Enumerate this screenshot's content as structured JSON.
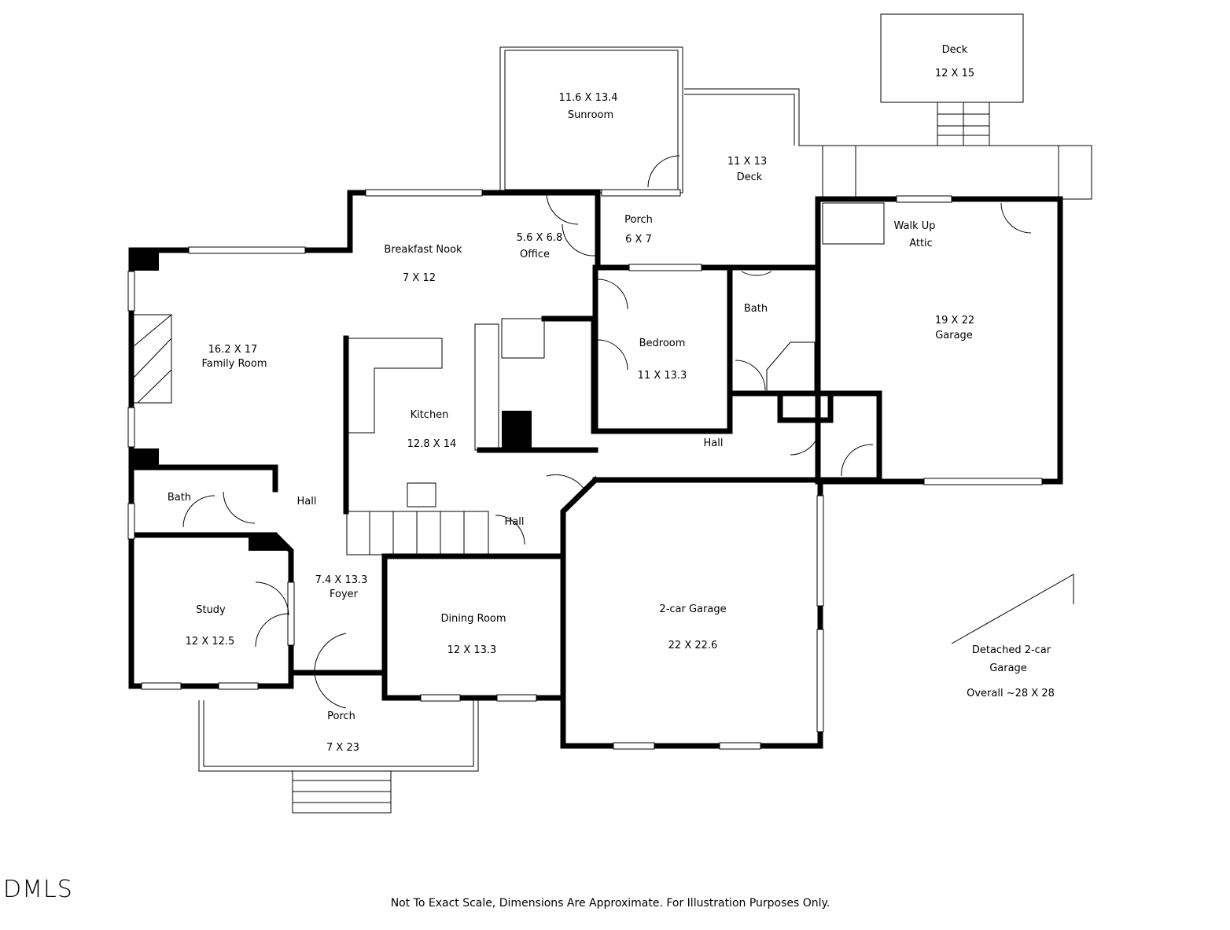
{
  "logo": "DMLS",
  "disclaimer": "Not To Exact Scale, Dimensions Are Approximate. For Illustration Purposes Only.",
  "rooms": {
    "deck_top": {
      "name": "Deck",
      "size": "12 X 15"
    },
    "sunroom": {
      "name": "Sunroom",
      "size": "11.6 X 13.4"
    },
    "deck": {
      "name": "Deck",
      "size": "11 X 13"
    },
    "porch_back": {
      "name": "Porch",
      "size": "6 X 7"
    },
    "office": {
      "name": "Office",
      "size": "5.6 X 6.8"
    },
    "breakfast": {
      "name": "Breakfast Nook",
      "size": "7 X 12"
    },
    "family": {
      "name": "Family Room",
      "size": "16.2 X 17"
    },
    "kitchen": {
      "name": "Kitchen",
      "size": "12.8 X 14"
    },
    "bedroom": {
      "name": "Bedroom",
      "size": "11 X 13.3"
    },
    "bath_right": {
      "name": "Bath"
    },
    "attic": {
      "name": "Walk Up",
      "name2": "Attic"
    },
    "garage": {
      "name": "Garage",
      "size": "19 X 22"
    },
    "hall_right": {
      "name": "Hall"
    },
    "bath_left": {
      "name": "Bath"
    },
    "hall_left": {
      "name": "Hall"
    },
    "hall_mid": {
      "name": "Hall"
    },
    "foyer": {
      "name": "Foyer",
      "size": "7.4 X 13.3"
    },
    "study": {
      "name": "Study",
      "size": "12 X 12.5"
    },
    "dining": {
      "name": "Dining Room",
      "size": "12 X 13.3"
    },
    "garage2": {
      "name": "2-car Garage",
      "size": "22 X 22.6"
    },
    "porch_front": {
      "name": "Porch",
      "size": "7 X 23"
    },
    "detached": {
      "line1": "Detached 2-car",
      "line2": "Garage",
      "line3": "Overall ~28 X 28"
    }
  }
}
